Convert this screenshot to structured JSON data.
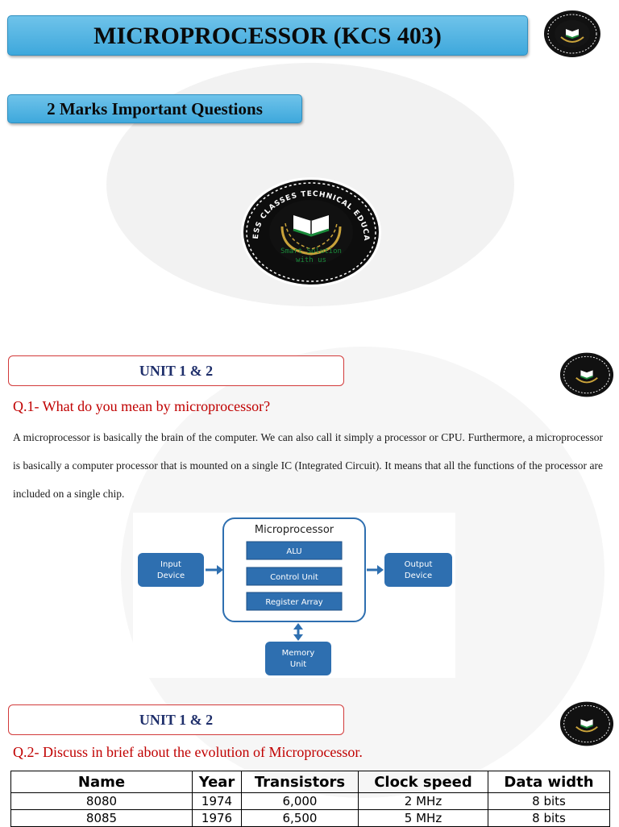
{
  "header": {
    "title": "MICROPROCESSOR (KCS 403)",
    "subtitle": "2 Marks Important Questions"
  },
  "logo": {
    "ring_text": "SUCCESS CLASSES TECHNICAL EDUCATION",
    "tagline_line1": "Smart Solution",
    "tagline_line2": "with us",
    "accent": "#1a8a3a",
    "gold": "#c9a23a"
  },
  "sections": [
    {
      "unit_label": "UNIT 1 & 2",
      "question": "Q.1- What do you mean by microprocessor?",
      "answer": "A microprocessor is basically the brain of the computer. We can also call it simply a processor or CPU. Furthermore, a microprocessor is basically a computer processor that is mounted on a single IC (Integrated Circuit). It means that all the functions of the processor are included on a single chip."
    },
    {
      "unit_label": "UNIT 1 & 2",
      "question": "Q.2- Discuss in brief about the evolution of Microprocessor."
    }
  ],
  "diagram": {
    "title": "Microprocessor",
    "blocks": [
      "ALU",
      "Control Unit",
      "Register Array"
    ],
    "input_line1": "Input",
    "input_line2": "Device",
    "output_line1": "Output",
    "output_line2": "Device",
    "memory_line1": "Memory",
    "memory_line2": "Unit",
    "block_color": "#2e6fb0"
  },
  "evolution_table": {
    "headers": [
      "Name",
      "Year",
      "Transistors",
      "Clock speed",
      "Data width"
    ],
    "rows": [
      [
        "8080",
        "1974",
        "6,000",
        "2  MHz",
        "8 bits"
      ],
      [
        "8085",
        "1976",
        "6,500",
        "5 MHz",
        "8 bits"
      ]
    ]
  }
}
